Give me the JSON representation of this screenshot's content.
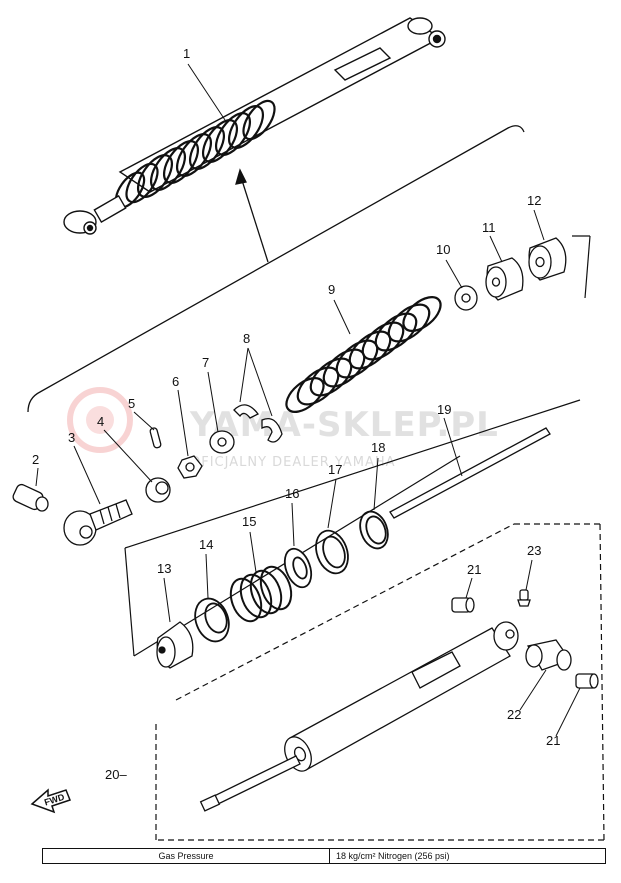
{
  "callouts": {
    "p1": "1",
    "p2": "2",
    "p3": "3",
    "p4": "4",
    "p5": "5",
    "p6": "6",
    "p7": "7",
    "p8": "8",
    "p9": "9",
    "p10": "10",
    "p11": "11",
    "p12": "12",
    "p13": "13",
    "p14": "14",
    "p15": "15",
    "p16": "16",
    "p17": "17",
    "p18": "18",
    "p19": "19",
    "p20": "20–",
    "p21a": "21",
    "p21b": "21",
    "p22": "22",
    "p23": "23"
  },
  "fwd_label": "FWD",
  "watermark": {
    "logo_text": "YAMA-SKLEP.PL",
    "subtitle": "OFICJALNY DEALER YAMAHA"
  },
  "spec_table": {
    "label": "Gas Pressure",
    "value": "18 kg/cm² Nitrogen (256 psi)"
  }
}
